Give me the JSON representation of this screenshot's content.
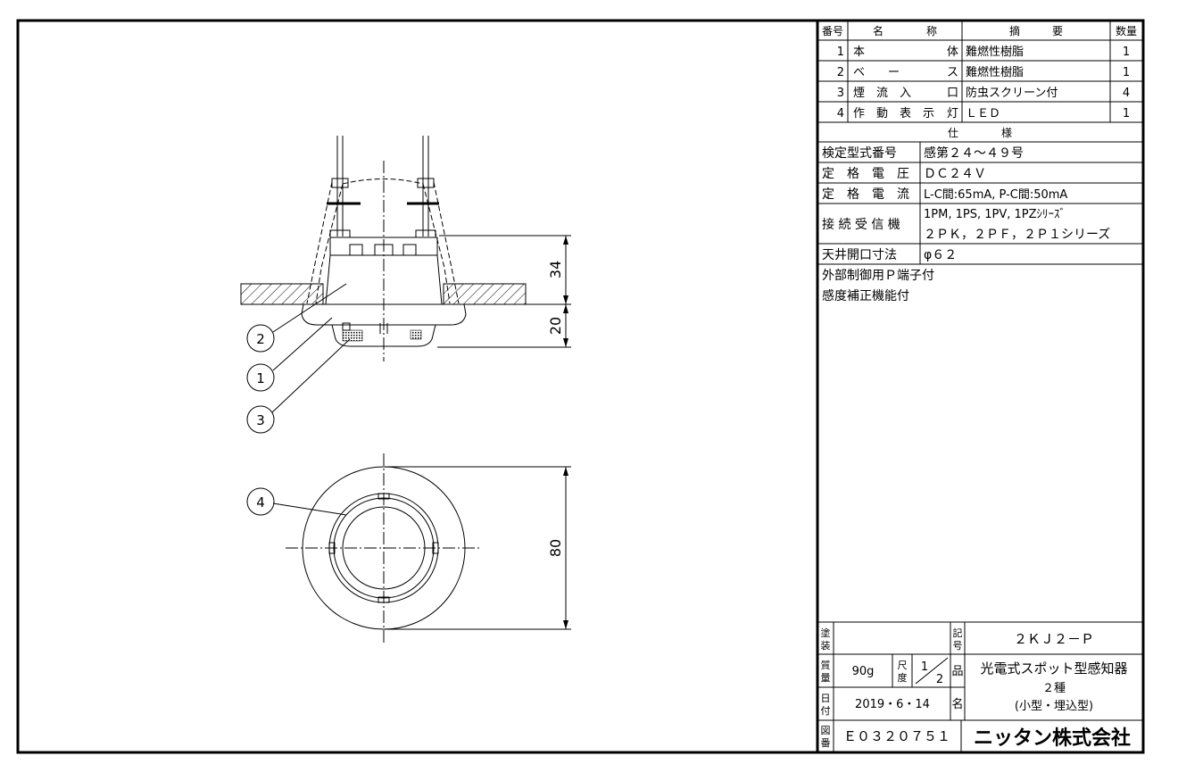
{
  "parts_table": {
    "headers": {
      "no": "番号",
      "name": "名　　　　称",
      "summary": "摘　　　要",
      "qty": "数量"
    },
    "rows": [
      {
        "no": "1",
        "name_left": "本",
        "name_right": "体",
        "summary": "難燃性樹脂",
        "qty": "1"
      },
      {
        "no": "2",
        "name_left": "ベ　　ー",
        "name_right": "ス",
        "summary": "難燃性樹脂",
        "qty": "1"
      },
      {
        "no": "3",
        "name_left": "煙　流　入",
        "name_right": "口",
        "summary": "防虫スクリーン付",
        "qty": "4"
      },
      {
        "no": "4",
        "name_left": "作　動　表　示",
        "name_right": "灯",
        "summary": "ＬＥＤ",
        "qty": "1"
      }
    ]
  },
  "spec": {
    "heading": "仕　　　　様",
    "rows": [
      {
        "label": "検定型式番号",
        "value": "感第２４～４９号"
      },
      {
        "label": "定　格　電　圧",
        "value": "ＤＣ２４Ｖ"
      },
      {
        "label": "定　格　電　流",
        "value": "L-C間:65mA, P-C間:50mA"
      },
      {
        "label": "接 続 受 信 機",
        "value": "1PM, 1PS, 1PV, 1PZｼﾘｰｽﾞ",
        "value2": "２ＰＫ，２ＰＦ，２Ｐ１シリーズ"
      },
      {
        "label": "天井開口寸法",
        "value": "φ６２"
      }
    ],
    "notes": [
      "外部制御用Ｐ端子付",
      "感度補正機能付"
    ]
  },
  "title_block": {
    "paint_label_1": "塗",
    "paint_label_2": "装",
    "symbol_label_1": "記",
    "symbol_label_2": "号",
    "model": "２ＫＪ２－Ｐ",
    "mass_label_1": "質",
    "mass_label_2": "量",
    "mass": "90g",
    "scale_label_1": "尺",
    "scale_label_2": "度",
    "scale_num": "1",
    "scale_den": "2",
    "name_label_1": "品",
    "name_label_2": "名",
    "product_line1": "光電式スポット型感知器",
    "product_line2": "２種",
    "product_line3": "(小型・埋込型)",
    "date_label_1": "日",
    "date_label_2": "付",
    "date": "2019・6・14",
    "drawing_label_1": "図",
    "drawing_label_2": "番",
    "drawing_no": "Ｅ０３２０７５１",
    "company": "ニッタン株式会社"
  },
  "drawing": {
    "dim_height_body": "34",
    "dim_height_flange": "20",
    "dim_diameter": "80",
    "balloons": [
      "1",
      "2",
      "3",
      "4"
    ]
  }
}
